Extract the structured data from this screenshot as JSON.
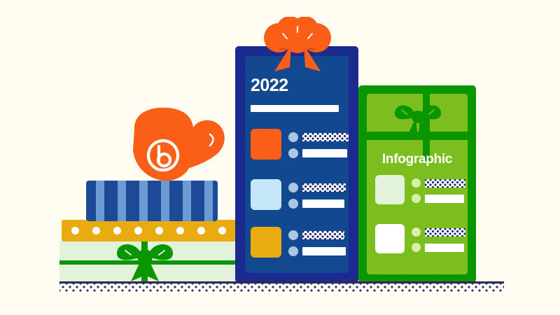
{
  "illustration": {
    "title": "Holiday gift boxes infographic illustration",
    "background_color": "#fffcf2"
  },
  "blue_panel": {
    "year_label": "2022",
    "border_color": "#1b2a8f",
    "fill_color": "#12488f",
    "bow_color": "#fb5e17",
    "rows": [
      {
        "swatch_color": "#fb5e17",
        "bullet_color": "#a9c6e2",
        "bar_top_style": "dotted",
        "bar_top_width": 66,
        "bar_bottom_width": 64
      },
      {
        "swatch_color": "#c4e6f7",
        "bullet_color": "#a9c6e2",
        "bar_top_style": "dotted",
        "bar_top_width": 62,
        "bar_bottom_width": 60
      },
      {
        "swatch_color": "#e8ac10",
        "bullet_color": "#a9c6e2",
        "bar_top_style": "dotted",
        "bar_top_width": 60,
        "bar_bottom_width": 62
      }
    ]
  },
  "green_panel": {
    "label": "Infographic",
    "border_color": "#0a9600",
    "fill_color": "#7bbe1e",
    "ribbon_color": "#0a9600",
    "rows": [
      {
        "swatch_color": "#e3f2da",
        "bullet_color": "#d8eeae",
        "bar_top_style": "dotted",
        "bar_top_width": 58,
        "bar_bottom_width": 56
      },
      {
        "swatch_color": "#ffffff",
        "bullet_color": "#d8eeae",
        "bar_top_style": "dotted",
        "bar_top_width": 58,
        "bar_bottom_width": 56
      }
    ]
  },
  "gift_stack": {
    "lid_color": "#1c4a96",
    "lid_stripe_color": "#6e9ad4",
    "band_color": "#e8ac10",
    "band_dot_count": 8,
    "box_color": "#e3f2da",
    "ribbon_color": "#0a9600"
  },
  "mitten": {
    "color": "#fb5e17",
    "logo_name": "bitly-logo"
  },
  "ground": {
    "line_color": "#2b2b55",
    "dot_color": "#2b2b55"
  }
}
